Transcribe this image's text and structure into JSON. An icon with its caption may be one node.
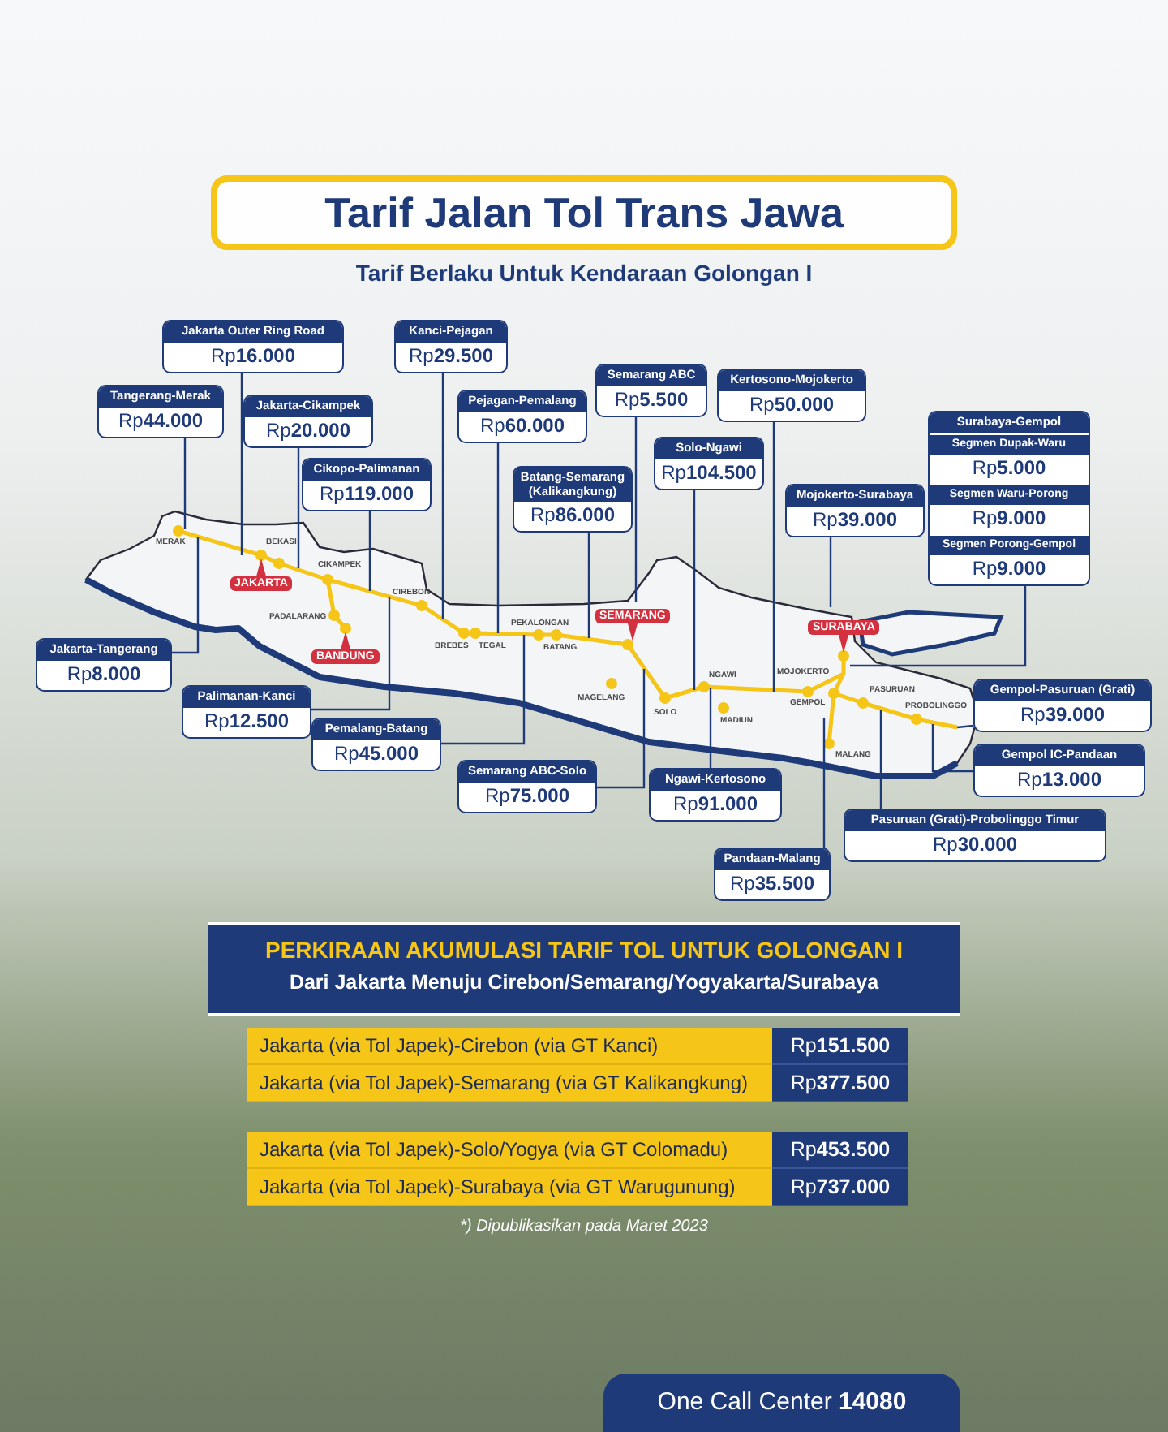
{
  "diagram": {
    "title": "Tarif Jalan Tol Trans Jawa",
    "nodes": [
      {
        "text": [
          "Jakarta Outer Ring Road",
          "Rp**16.000**"
        ]
      },
      {
        "text": [
          "Tangerang-Merak",
          "Rp**44.000**"
        ]
      },
      {
        "text": [
          "Jakarta-Cikampek",
          "Rp**20.000**"
        ]
      },
      {
        "text": [
          "Cikopo-Palimanan",
          "Rp**119.000**"
        ]
      },
      {
        "text": [
          "Kanci-Pejagan",
          "Rp**29.500**"
        ]
      },
      {
        "text": [
          "Pejagan-Pemalang",
          "Rp**60.000**"
        ]
      },
      {
        "text": [
          "Batang-Semarang (Kalikangkung)",
          "Rp**86.000**"
        ]
      },
      {
        "text": [
          "Semarang ABC",
          "Rp**5.500**"
        ]
      },
      {
        "text": [
          "Kertosono-Mojokerto",
          "Rp**50.000**"
        ]
      },
      {
        "text": [
          "Solo-Ngawi",
          "Rp**104.500**"
        ]
      },
      {
        "text": [
          "Mojokerto-Surabaya",
          "Rp**39.000**"
        ]
      },
      {
        "text": [
          "Surabaya-Gempol",
          "Segmen Dupak-Waru",
          "Rp**5.000**",
          "Segmen Waru-Porong",
          "Rp**9.000**",
          "Segmen Porong-Gempol",
          "Rp**9.000**"
        ]
      },
      {
        "text": [
          "Jakarta-Tangerang",
          "Rp**8.000**"
        ]
      },
      {
        "text": [
          "Palimanan-Kanci",
          "Rp**12.500**"
        ]
      },
      {
        "text": [
          "Pemalang-Batang",
          "Rp**45.000**"
        ]
      },
      {
        "text": [
          "Semarang ABC-Solo",
          "Rp**75.000**"
        ]
      },
      {
        "text": [
          "Ngawi-Kertosono",
          "Rp**91.000**"
        ]
      },
      {
        "text": [
          "Gempol-Pasuruan (Grati)",
          "Rp**39.000**"
        ]
      },
      {
        "text": [
          "Gempol IC-Pandaan",
          "Rp**13.000**"
        ]
      },
      {
        "text": [
          "Pasuruan (Grati)-Probolinggo Timur",
          "Rp**30.000**"
        ]
      },
      {
        "text": [
          "Pandaan-Malang",
          "Rp**35.500**"
        ]
      },
      {
        "text": [],
        "shape": "picture"
      }
    ],
    "edges": [
      {
        "from": 0,
        "to": 21,
        "arrow": "none"
      },
      {
        "from": 1,
        "to": 21,
        "arrow": "none"
      },
      {
        "from": 2,
        "to": 21,
        "arrow": "none"
      },
      {
        "from": 3,
        "to": 21,
        "arrow": "none"
      },
      {
        "from": 4,
        "to": 21,
        "arrow": "none"
      },
      {
        "from": 5,
        "to": 21,
        "arrow": "none"
      },
      {
        "from": 6,
        "to": 21,
        "arrow": "none"
      },
      {
        "from": 7,
        "to": 21,
        "arrow": "none"
      },
      {
        "from": 8,
        "to": 21,
        "arrow": "none"
      },
      {
        "from": 9,
        "to": 21,
        "arrow": "none"
      },
      {
        "from": 10,
        "to": 21,
        "arrow": "none"
      },
      {
        "from": 11,
        "to": 21,
        "arrow": "none"
      },
      {
        "from": 12,
        "to": 21,
        "arrow": "none"
      },
      {
        "from": 13,
        "to": 21,
        "arrow": "none"
      },
      {
        "from": 14,
        "to": 21,
        "arrow": "none"
      },
      {
        "from": 15,
        "to": 21,
        "arrow": "none"
      },
      {
        "from": 16,
        "to": 21,
        "arrow": "none"
      },
      {
        "from": 17,
        "to": 21,
        "arrow": "none"
      },
      {
        "from": 18,
        "to": 21,
        "arrow": "none"
      },
      {
        "from": 19,
        "to": 21,
        "arrow": "none"
      },
      {
        "from": 20,
        "to": 21,
        "arrow": "none"
      }
    ],
    "labels": [
      "Tarif Berlaku Untuk Kendaraan Golongan I",
      "MERAK",
      "JAKARTA",
      "BEKASI",
      "CIKAMPEK",
      "PADALARANG",
      "BANDUNG",
      "CIREBON",
      "BREBES",
      "TEGAL",
      "PEKALONGAN",
      "BATANG",
      "SEMARANG",
      "MAGELANG",
      "SOLO",
      "NGAWI",
      "MADIUN",
      "MOJOKERTO",
      "SURABAYA",
      "GEMPOL",
      "PASURUAN",
      "PROBOLINGGO",
      "MALANG",
      "PERKIRAAN AKUMULASI TARIF TOL UNTUK GOLONGAN I",
      "Dari Jakarta Menuju Cirebon/Semarang/Yogyakarta/Surabaya",
      "Jakarta (via Tol Japek)-Cirebon (via GT Kanci)",
      "Rp**151.500**",
      "Jakarta (via Tol Japek)-Semarang (via GT Kalikangkung)",
      "Rp**377.500**",
      "Jakarta (via Tol Japek)-Solo/Yogya (via GT Colomadu)",
      "Rp**453.500**",
      "Jakarta (via Tol Japek)-Surabaya (via GT Warugunung)",
      "Rp**737.000**",
      "*) Dipublikasikan pada Maret 2023",
      "One Call Center **14080**"
    ]
  }
}
